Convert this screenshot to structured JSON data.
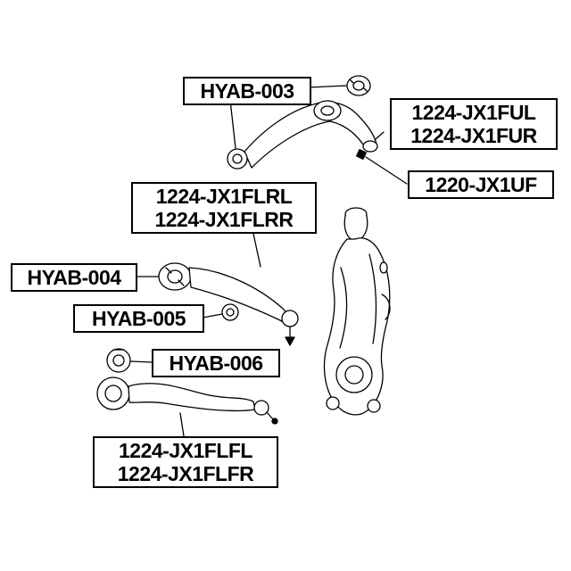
{
  "labels": {
    "hyab_003": "HYAB-003",
    "ful": "1224-JX1FUL",
    "fur": "1224-JX1FUR",
    "uf": "1220-JX1UF",
    "flrl": "1224-JX1FLRL",
    "flrr": "1224-JX1FLRR",
    "hyab_004": "HYAB-004",
    "hyab_005": "HYAB-005",
    "hyab_006": "HYAB-006",
    "flfl": "1224-JX1FLFL",
    "flfr": "1224-JX1FLFR"
  },
  "colors": {
    "line": "#000000",
    "background": "#ffffff"
  }
}
